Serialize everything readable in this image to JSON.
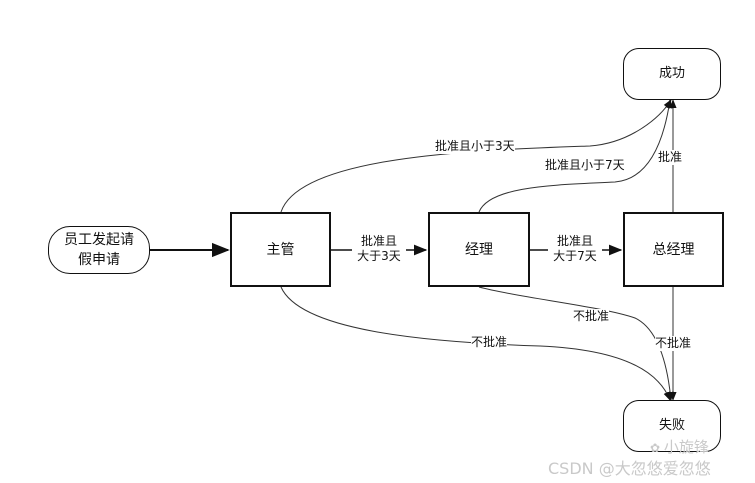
{
  "nodes": {
    "applicant": [
      "员工发起请",
      "假申请"
    ],
    "supervisor": "主管",
    "manager": "经理",
    "general_manager": "总经理",
    "success": "成功",
    "failure": "失败"
  },
  "edges": {
    "sup_to_mgr": [
      "批准且",
      "大于3天"
    ],
    "mgr_to_gm": [
      "批准且",
      "大于7天"
    ],
    "sup_to_success": "批准且小于3天",
    "mgr_to_success": "批准且小于7天",
    "gm_to_success": "批准",
    "sup_to_failure": "不批准",
    "mgr_to_failure": "不批准",
    "gm_to_failure": "不批准"
  },
  "watermark": {
    "account": "小旋锋",
    "csdn": "CSDN @大忽悠爱忽悠"
  }
}
